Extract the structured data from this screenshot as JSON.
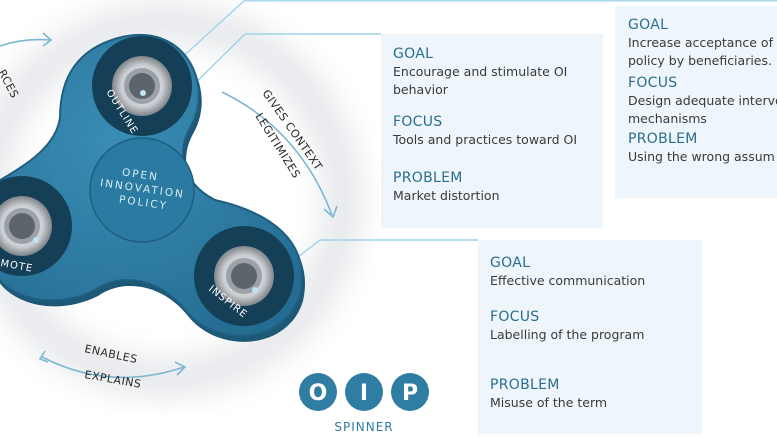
{
  "spinner": {
    "center_lines": [
      "OPEN",
      "INNOVATION",
      "POLICY"
    ],
    "arm_outline": "OUTLINE",
    "arm_promote": "MOTE",
    "arm_inspire": "INSPIRE"
  },
  "cycle_labels": {
    "top_left": "RCES",
    "right_1": "GIVES CONTEXT",
    "right_2": "LEGITIMIZES",
    "bottom_1": "ENABLES",
    "bottom_2": "EXPLAINS"
  },
  "logo": {
    "letters": [
      "O",
      "I",
      "P"
    ],
    "caption": "SPINNER"
  },
  "panel_outline": {
    "goal_heading": "GOAL",
    "goal_lines": [
      "Encourage and stimulate OI",
      "behavior"
    ],
    "focus_heading": "FOCUS",
    "focus_lines": [
      "Tools and practices toward OI"
    ],
    "problem_heading": "PROBLEM",
    "problem_lines": [
      "Market distortion"
    ]
  },
  "panel_promote": {
    "goal_heading": "GOAL",
    "goal_lines": [
      "Increase acceptance of",
      "policy by beneficiaries."
    ],
    "focus_heading": "FOCUS",
    "focus_lines": [
      "Design adequate interve",
      "mechanisms"
    ],
    "problem_heading": "PROBLEM",
    "problem_lines": [
      "Using the wrong assum"
    ]
  },
  "panel_inspire": {
    "goal_heading": "GOAL",
    "goal_lines": [
      "Effective communication"
    ],
    "focus_heading": "FOCUS",
    "focus_lines": [
      "Labelling of the program"
    ],
    "problem_heading": "PROBLEM",
    "problem_lines": [
      "Misuse of the term"
    ]
  },
  "colors": {
    "spinner_blue": "#2f7da3",
    "spinner_dark": "#1f5e80",
    "heading_blue": "#2b6d8f",
    "panel_bg": "#eef6fb",
    "connector": "#9fd3ea"
  }
}
